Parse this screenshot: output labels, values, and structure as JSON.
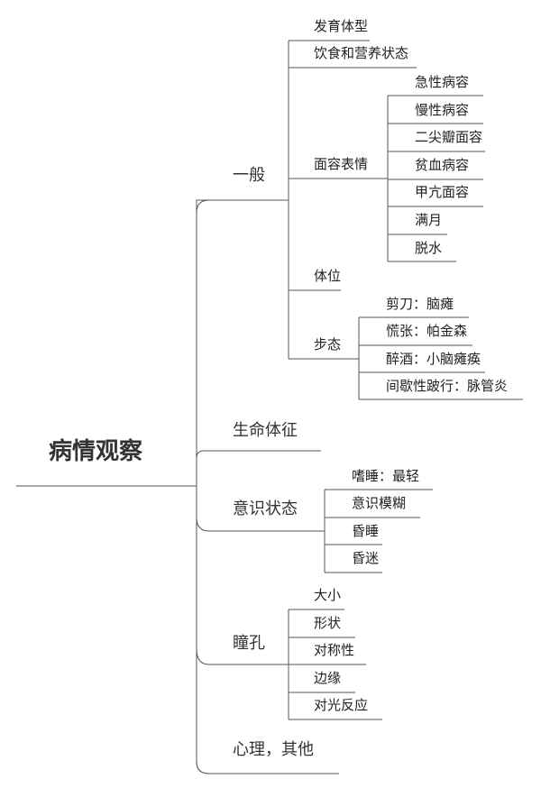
{
  "root": "病情观察",
  "branches": [
    {
      "label": "一般",
      "children": [
        {
          "label": "发育体型"
        },
        {
          "label": "饮食和营养状态"
        },
        {
          "label": "面容表情",
          "children": [
            "急性病容",
            "慢性病容",
            "二尖瓣面容",
            "贫血病容",
            "甲亢面容",
            "满月",
            "脱水"
          ]
        },
        {
          "label": "体位"
        },
        {
          "label": "步态",
          "children": [
            "剪刀：脑瘫",
            "慌张：帕金森",
            "醉酒：小脑瘫痪",
            "间歇性跛行：脉管炎"
          ]
        }
      ]
    },
    {
      "label": "生命体征"
    },
    {
      "label": "意识状态",
      "children": [
        "嗜睡：最轻",
        "意识模糊",
        "昏睡",
        "昏迷"
      ]
    },
    {
      "label": "瞳孔",
      "children": [
        "大小",
        "形状",
        "对称性",
        "边缘",
        "对光反应"
      ]
    },
    {
      "label": "心理，其他"
    }
  ],
  "colors": {
    "line": "#555555",
    "text": "#222222"
  }
}
